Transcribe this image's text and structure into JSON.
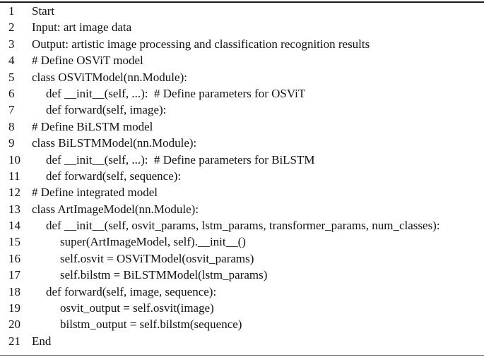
{
  "figure": {
    "kind": "algorithm-pseudocode-listing",
    "background_color": "#ffffff",
    "text_color": "#111111",
    "rule_top_color": "#1b1b1b",
    "rule_bottom_color": "#555555"
  },
  "lines": [
    {
      "number": "1",
      "indent": 0,
      "code": "Start"
    },
    {
      "number": "2",
      "indent": 0,
      "code": "Input: art image data"
    },
    {
      "number": "3",
      "indent": 0,
      "code": "Output: artistic image processing and classification recognition results"
    },
    {
      "number": "4",
      "indent": 0,
      "code": "# Define OSViT model"
    },
    {
      "number": "5",
      "indent": 0,
      "code": "class OSViTModel(nn.Module):"
    },
    {
      "number": "6",
      "indent": 1,
      "code": "def __init__(self, ...):  # Define parameters for OSViT"
    },
    {
      "number": "7",
      "indent": 1,
      "code": "def forward(self, image):"
    },
    {
      "number": "8",
      "indent": 0,
      "code": "# Define BiLSTM model"
    },
    {
      "number": "9",
      "indent": 0,
      "code": "class BiLSTMModel(nn.Module):"
    },
    {
      "number": "10",
      "indent": 1,
      "code": "def __init__(self, ...):  # Define parameters for BiLSTM"
    },
    {
      "number": "11",
      "indent": 1,
      "code": "def forward(self, sequence):"
    },
    {
      "number": "12",
      "indent": 0,
      "code": "# Define integrated model"
    },
    {
      "number": "13",
      "indent": 0,
      "code": "class ArtImageModel(nn.Module):"
    },
    {
      "number": "14",
      "indent": 1,
      "code": "def __init__(self, osvit_params, lstm_params, transformer_params, num_classes):"
    },
    {
      "number": "15",
      "indent": 2,
      "code": "super(ArtImageModel, self).__init__()"
    },
    {
      "number": "16",
      "indent": 2,
      "code": "self.osvit = OSViTModel(osvit_params)"
    },
    {
      "number": "17",
      "indent": 2,
      "code": "self.bilstm = BiLSTMModel(lstm_params)"
    },
    {
      "number": "18",
      "indent": 1,
      "code": "def forward(self, image, sequence):"
    },
    {
      "number": "19",
      "indent": 2,
      "code": "osvit_output = self.osvit(image)"
    },
    {
      "number": "20",
      "indent": 2,
      "code": "bilstm_output = self.bilstm(sequence)"
    },
    {
      "number": "21",
      "indent": 0,
      "code": "End"
    }
  ]
}
